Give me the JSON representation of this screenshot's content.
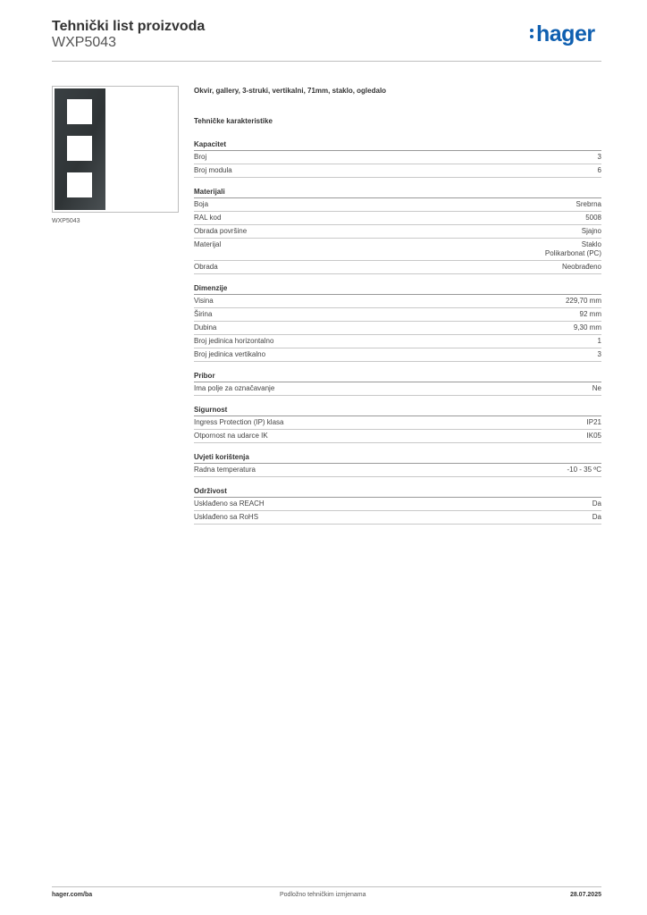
{
  "header": {
    "title": "Tehnički list proizvoda",
    "subtitle": "WXP5043",
    "logo_text": "hager",
    "brand_color": "#0f5fb0"
  },
  "product": {
    "image_caption": "WXP5043",
    "frame_color": "#2f3436",
    "description": "Okvir, gallery, 3-struki, vertikalni, 71mm, staklo, ogledalo"
  },
  "specs_heading": "Tehničke karakteristike",
  "sections": [
    {
      "title": "Kapacitet",
      "rows": [
        {
          "label": "Broj",
          "value": "3"
        },
        {
          "label": "Broj modula",
          "value": "6"
        }
      ]
    },
    {
      "title": "Materijali",
      "rows": [
        {
          "label": "Boja",
          "value": "Srebrna"
        },
        {
          "label": "RAL kod",
          "value": "5008"
        },
        {
          "label": "Obrada površine",
          "value": "Sjajno"
        },
        {
          "label": "Materijal",
          "value": "Staklo\nPolikarbonat (PC)"
        },
        {
          "label": "Obrada",
          "value": "Neobrađeno"
        }
      ]
    },
    {
      "title": "Dimenzije",
      "rows": [
        {
          "label": "Visina",
          "value": "229,70 mm"
        },
        {
          "label": "Širina",
          "value": "92 mm"
        },
        {
          "label": "Dubina",
          "value": "9,30 mm"
        },
        {
          "label": "Broj jedinica horizontalno",
          "value": "1"
        },
        {
          "label": "Broj jedinica vertikalno",
          "value": "3"
        }
      ]
    },
    {
      "title": "Pribor",
      "rows": [
        {
          "label": "Ima polje za označavanje",
          "value": "Ne"
        }
      ]
    },
    {
      "title": "Sigurnost",
      "rows": [
        {
          "label": "Ingress Protection (IP) klasa",
          "value": "IP21"
        },
        {
          "label": "Otpornost na udarce IK",
          "value": "IK05"
        }
      ]
    },
    {
      "title": "Uvjeti korištenja",
      "rows": [
        {
          "label": "Radna temperatura",
          "value": "-10 - 35 ºC"
        }
      ]
    },
    {
      "title": "Održivost",
      "rows": [
        {
          "label": "Usklađeno sa REACH",
          "value": "Da"
        },
        {
          "label": "Usklađeno sa RoHS",
          "value": "Da"
        }
      ]
    }
  ],
  "footer": {
    "left": "hager.com/ba",
    "center": "Podložno tehničkim izmjenama",
    "right": "28.07.2025"
  }
}
